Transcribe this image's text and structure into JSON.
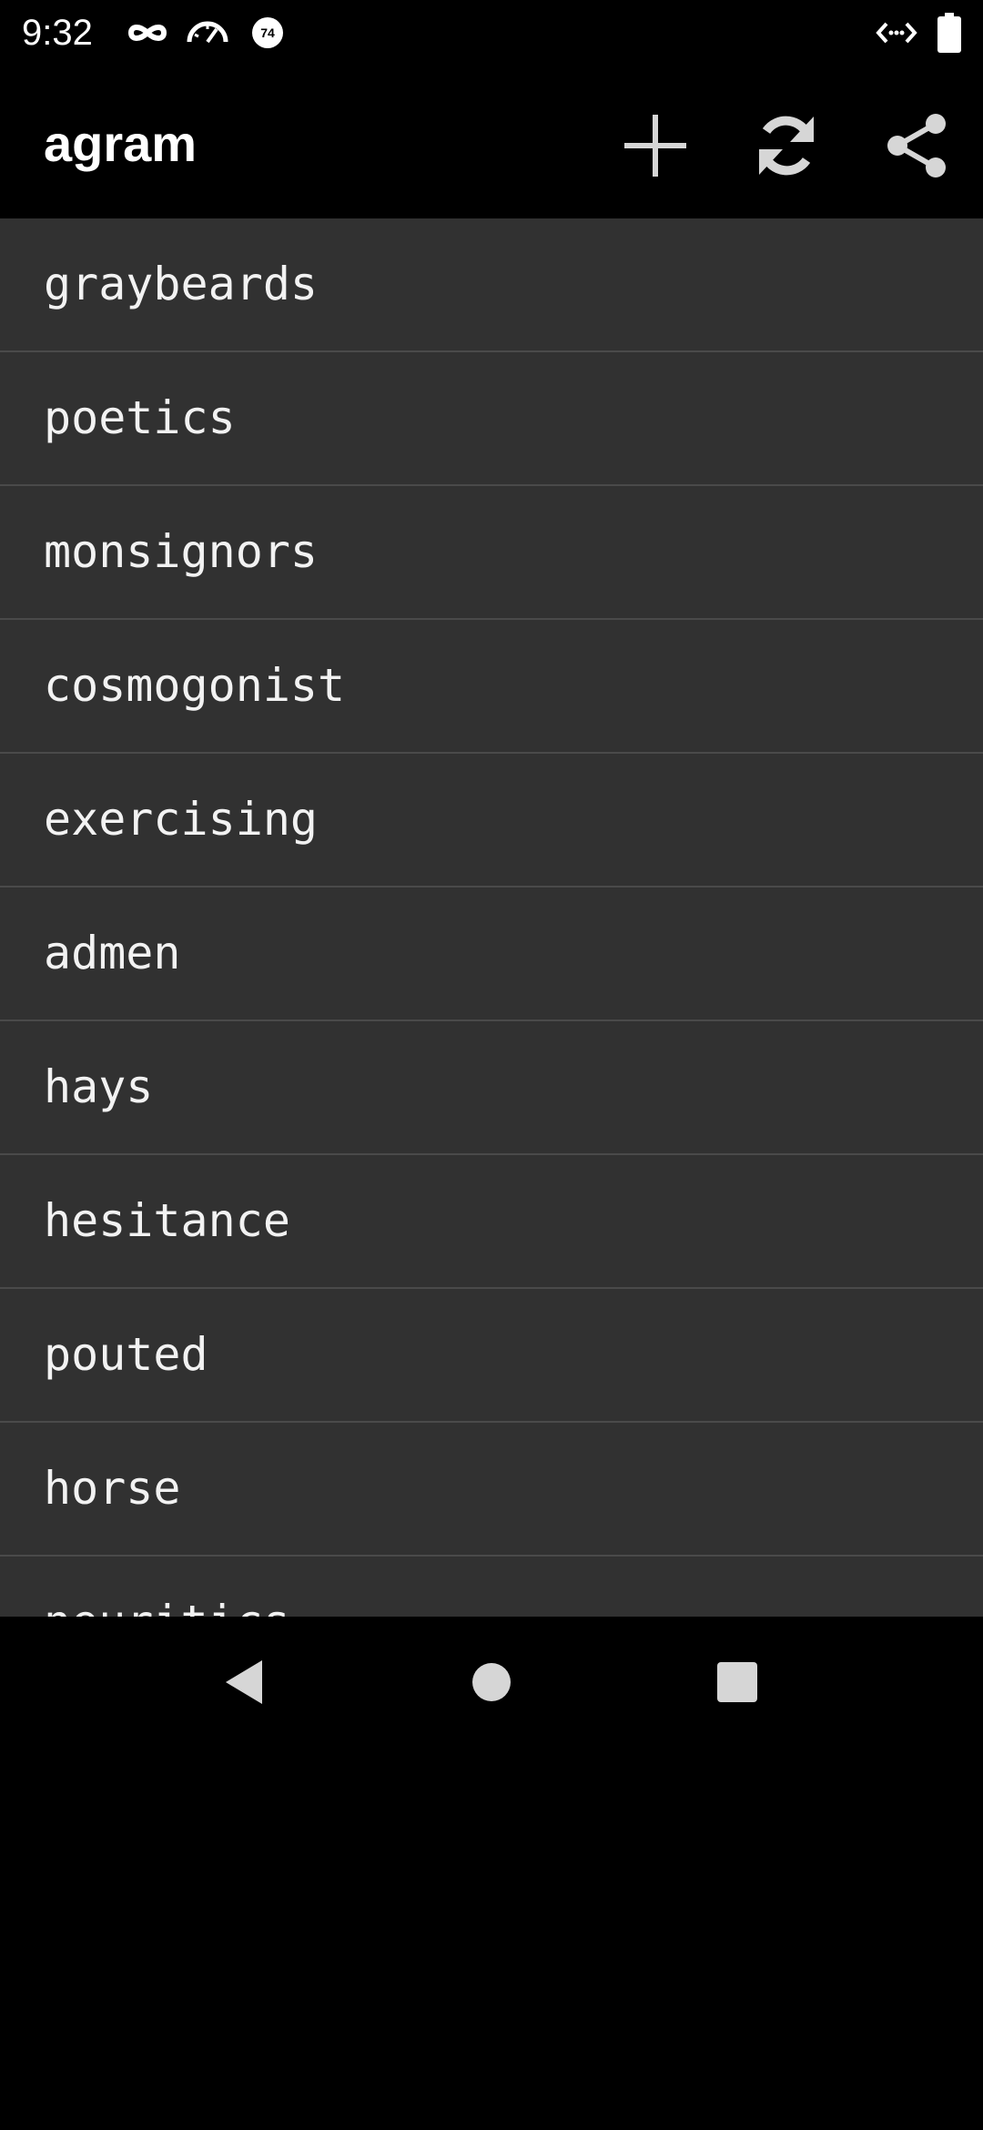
{
  "status_bar": {
    "time": "9:32",
    "icons": [
      "incognito-icon",
      "speedometer-icon",
      "badge-74-icon",
      "code-icon",
      "battery-icon"
    ],
    "badge_number": "74"
  },
  "app_bar": {
    "title": "agram",
    "actions": [
      "add-icon",
      "refresh-icon",
      "share-icon"
    ]
  },
  "words": [
    "graybeards",
    "poetics",
    "monsignors",
    "cosmogonist",
    "exercising",
    "admen",
    "hays",
    "hesitance",
    "pouted",
    "horse",
    "neuritics"
  ],
  "nav_bar": {
    "buttons": [
      "back-icon",
      "home-icon",
      "recents-icon"
    ]
  },
  "colors": {
    "background": "#000000",
    "list_background": "#313131",
    "divider": "#4a4a4a",
    "icon": "#d6d6d6",
    "text": "#f2f2f2"
  }
}
